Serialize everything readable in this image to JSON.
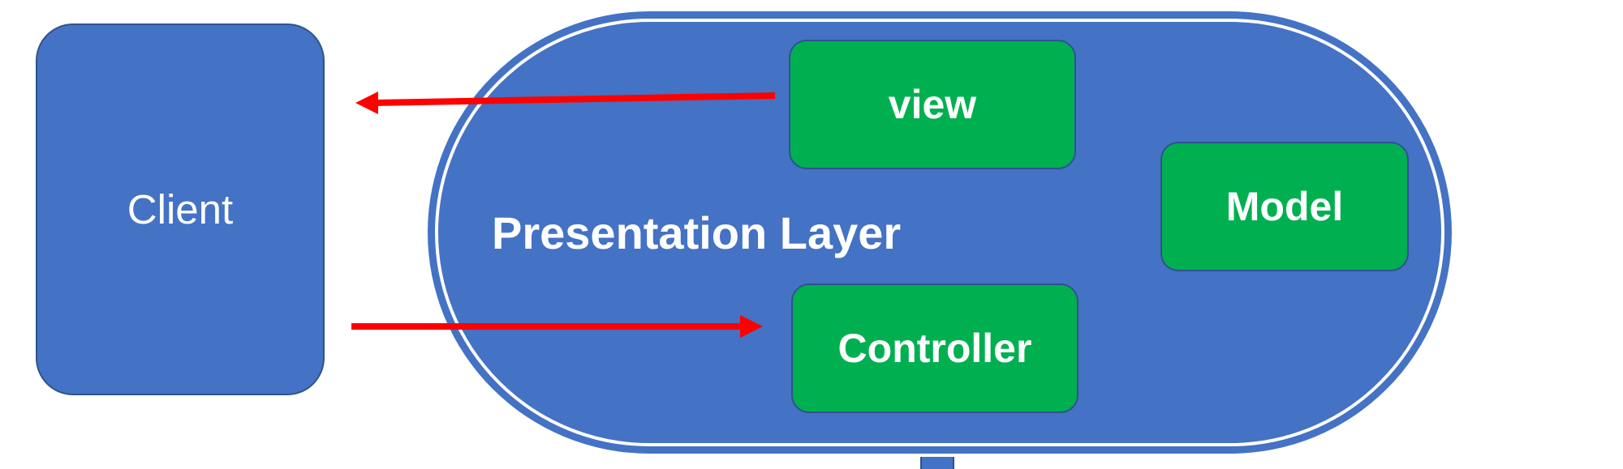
{
  "client": {
    "label": "Client"
  },
  "presentation_layer": {
    "label": "Presentation Layer",
    "components": {
      "view": "view",
      "model": "Model",
      "controller": "Controller"
    }
  },
  "colors": {
    "container_fill": "#4472c4",
    "container_stroke": "#2f528f",
    "component_fill": "#00b050",
    "arrow": "#ff0000",
    "text": "#ffffff"
  }
}
